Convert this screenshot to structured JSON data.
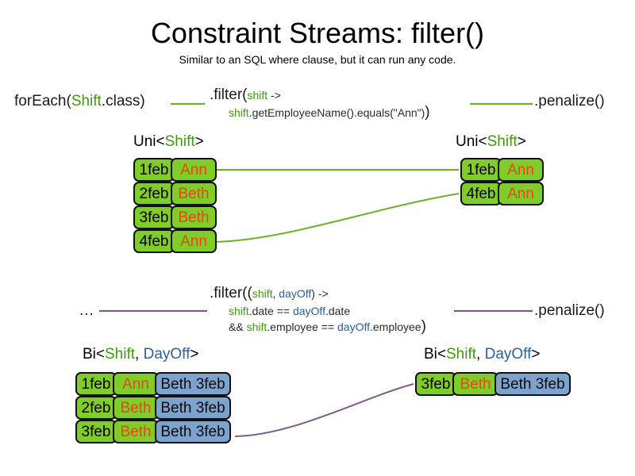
{
  "slide": {
    "title": "Constraint Streams: filter()",
    "subtitle": "Similar to an SQL where clause, but it can run any code."
  },
  "colors": {
    "shift_green": "#3f9b0b",
    "dayoff_blue": "#2c5f9e",
    "card_green": "#80cc28",
    "card_blue": "#7ba3ce",
    "name_orange": "#e8471a",
    "wire_green": "#6fb024",
    "wire_purple": "#7c5c8c"
  },
  "row1": {
    "source_prefix": "forEach(",
    "source_type": "Shift",
    "source_suffix": ".class)",
    "filter": {
      "head_prefix": ".filter(",
      "head_param": "shift",
      "head_arrow": " ->",
      "body_var": "shift",
      "body_rest": ".getEmployeeName().equals(\"Ann\")",
      "body_close": ")"
    },
    "penalize": ".penalize()",
    "left_stream": {
      "generic_prefix": "Uni<",
      "generic_type": "Shift",
      "generic_suffix": ">",
      "cards": [
        {
          "date": "1feb",
          "name": "Ann"
        },
        {
          "date": "2feb",
          "name": "Beth"
        },
        {
          "date": "3feb",
          "name": "Beth"
        },
        {
          "date": "4feb",
          "name": "Ann"
        }
      ]
    },
    "right_stream": {
      "generic_prefix": "Uni<",
      "generic_type": "Shift",
      "generic_suffix": ">",
      "cards": [
        {
          "date": "1feb",
          "name": "Ann"
        },
        {
          "date": "4feb",
          "name": "Ann"
        }
      ]
    }
  },
  "row2": {
    "source_ellipsis": "...",
    "filter": {
      "head_prefix": ".filter((",
      "head_param1": "shift",
      "head_comma": ", ",
      "head_param2": "dayOff",
      "head_close": ") ->",
      "line2_var1": "shift",
      "line2_mid": ".date == ",
      "line2_var2": "dayOff",
      "line2_end": ".date",
      "line3_and": "&& ",
      "line3_var1": "shift",
      "line3_mid": ".employee == ",
      "line3_var2": "dayOff",
      "line3_end": ".employee",
      "line3_close": ")"
    },
    "penalize": ".penalize()",
    "left_stream": {
      "generic_prefix": "Bi<",
      "generic_type1": "Shift",
      "generic_comma": ", ",
      "generic_type2": "DayOff",
      "generic_suffix": ">",
      "cards": [
        {
          "date": "1feb",
          "name": "Ann",
          "dayoff": "Beth 3feb"
        },
        {
          "date": "2feb",
          "name": "Beth",
          "dayoff": "Beth 3feb"
        },
        {
          "date": "3feb",
          "name": "Beth",
          "dayoff": "Beth 3feb"
        }
      ]
    },
    "right_stream": {
      "generic_prefix": "Bi<",
      "generic_type1": "Shift",
      "generic_comma": ", ",
      "generic_type2": "DayOff",
      "generic_suffix": ">",
      "cards": [
        {
          "date": "3feb",
          "name": "Beth",
          "dayoff": "Beth 3feb"
        }
      ]
    }
  }
}
